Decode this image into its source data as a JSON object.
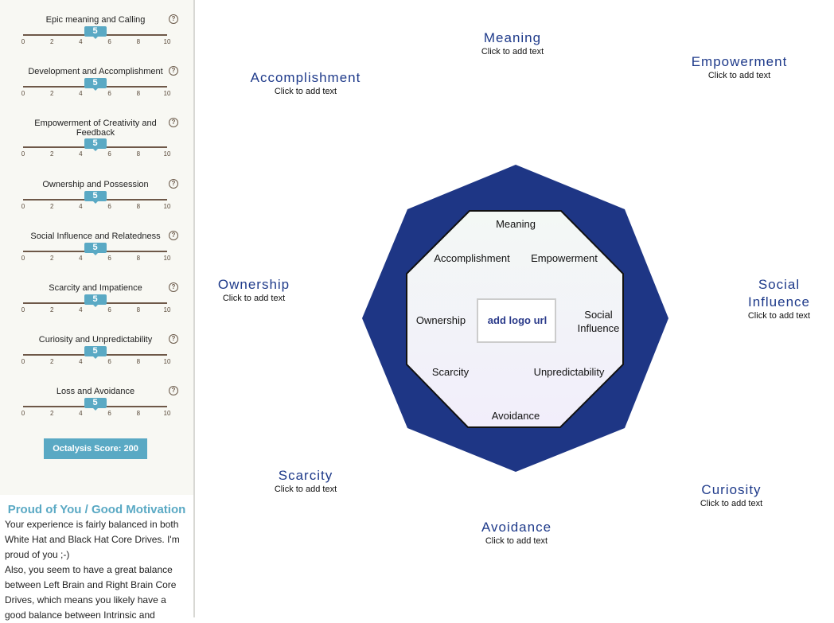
{
  "sliders": [
    {
      "label": "Epic meaning and Calling",
      "value": 5
    },
    {
      "label": "Development and Accomplishment",
      "value": 5
    },
    {
      "label": "Empowerment of Creativity and Feedback",
      "value": 5
    },
    {
      "label": "Ownership and Possession",
      "value": 5
    },
    {
      "label": "Social Influence and Relatedness",
      "value": 5
    },
    {
      "label": "Scarcity and Impatience",
      "value": 5
    },
    {
      "label": "Curiosity and Unpredictability",
      "value": 5
    },
    {
      "label": "Loss and Avoidance",
      "value": 5
    }
  ],
  "ticks": [
    "0",
    "2",
    "4",
    "6",
    "8",
    "10"
  ],
  "help_glyph": "?",
  "score_label": "Octalysis Score: 200",
  "result": {
    "title": "Proud of You / Good Motivation",
    "text": "Your experience is fairly balanced in both White Hat and Black Hat Core Drives. I'm proud of you ;-)",
    "text2": "Also, you seem to have a great balance between Left Brain and Right Brain Core Drives, which means you likely have a good balance between Intrinsic and"
  },
  "captions": [
    {
      "title": "Meaning",
      "sub": "Click to add text"
    },
    {
      "title": "Empowerment",
      "sub": "Click to add text"
    },
    {
      "title": "Accomplishment",
      "sub": "Click to add text"
    },
    {
      "title": "Ownership",
      "sub": "Click to add text"
    },
    {
      "title": "Social Influence",
      "sub": "Click to add text"
    },
    {
      "title": "Scarcity",
      "sub": "Click to add text"
    },
    {
      "title": "Curiosity",
      "sub": "Click to add text"
    },
    {
      "title": "Avoidance",
      "sub": "Click to add text"
    }
  ],
  "octagon": {
    "labels": [
      "Meaning",
      "Accomplishment",
      "Empowerment",
      "Ownership",
      "Social",
      "Influence",
      "Scarcity",
      "Unpredictability",
      "Avoidance"
    ],
    "logo": "add logo url",
    "outer_color": "#1e3685",
    "text_color": "#2a3a8a"
  },
  "accent": "#5aa9c4"
}
